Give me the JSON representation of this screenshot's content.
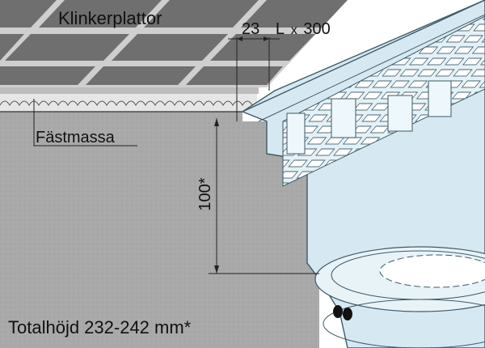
{
  "labels": {
    "tiles": "Klinkerplattor",
    "flange_width": "23",
    "length_prefix": "L",
    "length_sep": "x",
    "grate_width": "300",
    "adhesive": "Fästmassa",
    "depth": "100*",
    "total_height": "Totalhöjd 232-242 mm*"
  },
  "colors": {
    "tile": "#6f6f6f",
    "grout": "#cfcfcf",
    "concrete": "#a9a9a9",
    "steel": "#d6e9f2",
    "steel_edge": "#3f5a66",
    "dimension_line": "#222222"
  }
}
